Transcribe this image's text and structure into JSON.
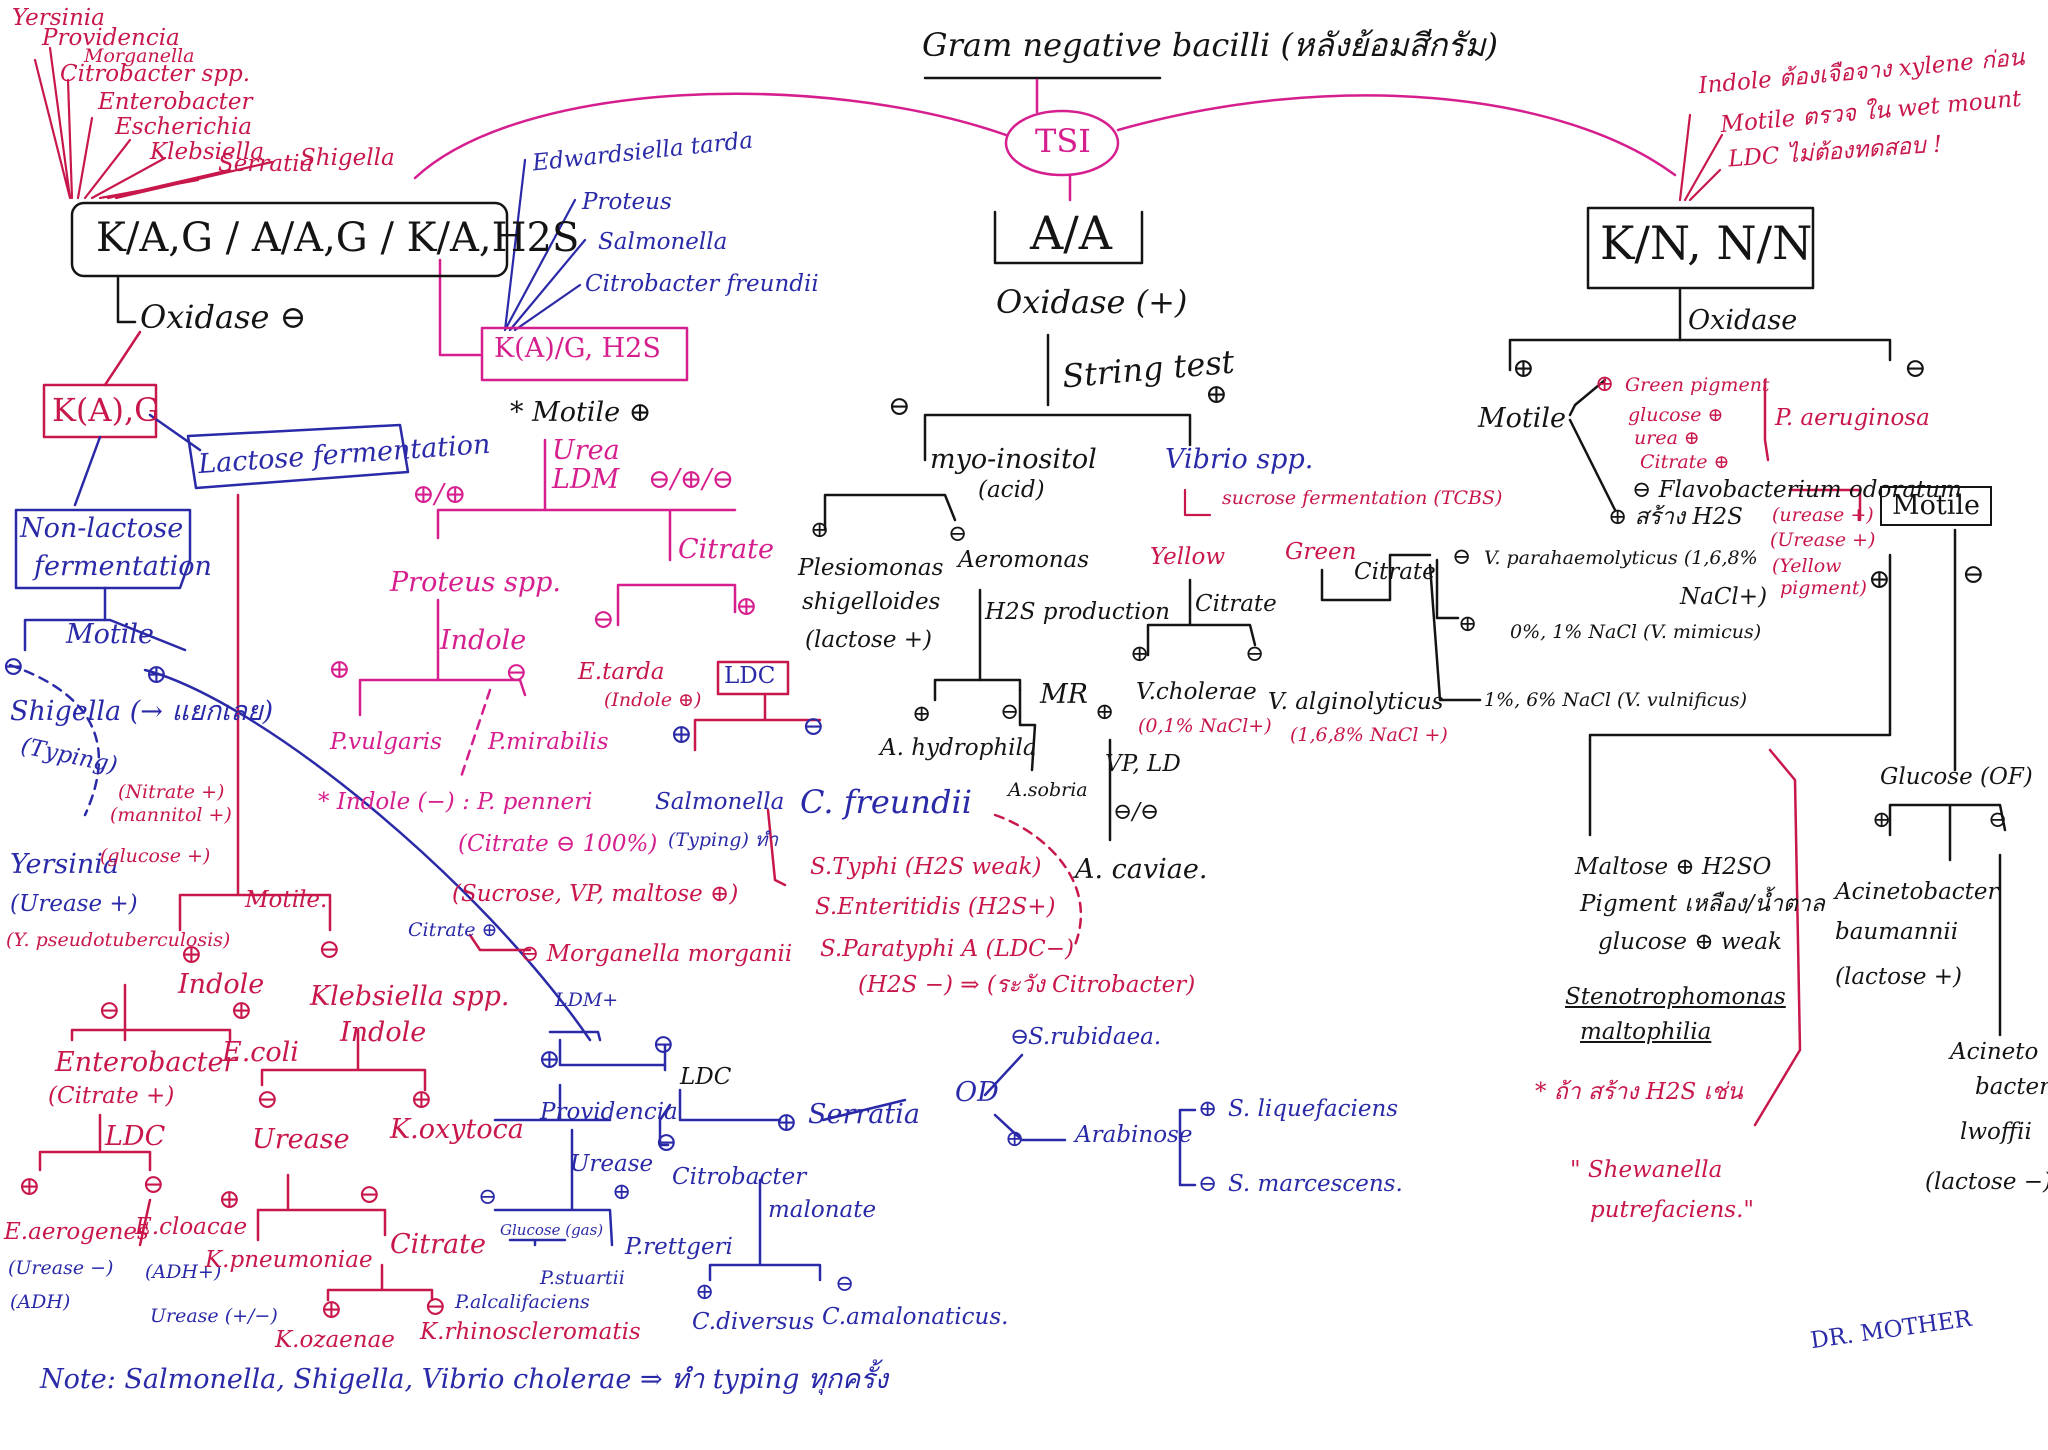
{
  "title": "Gram negative bacilli (หลังย้อมสีกรัม)",
  "signature": "DR. MOTHER",
  "note": "Note: Salmonella, Shigella, Vibrio cholerae ⇒ ทำ typing ทุกครั้ง",
  "root": {
    "label": "TSI"
  },
  "left_branch": {
    "box": "K/A,G / A/A,G / K/A,H2S",
    "organisms_top": [
      "Yersinia",
      "Providencia",
      "Morganella",
      "Citrobacter spp.",
      "Enterobacter",
      "Escherichia",
      "Klebsiella",
      "Serratia",
      "Shigella"
    ],
    "oxidase": "Oxidase ⊖",
    "ka_g": "K(A),G",
    "non_lactose": [
      "Non-lactose",
      "fermentation"
    ],
    "lactose": "Lactose fermentation",
    "motile": "Motile",
    "minus": "⊖",
    "plus": "⊕",
    "shigella": "Shigella (→ แยกเลย)",
    "typing": "(Typing)",
    "yersinia": "Yersinia",
    "yersinia_tests": [
      "(Nitrate +)",
      "(mannitol +)",
      "(glucose +)",
      "(Urease +)",
      "(Y. pseudotuberculosis)"
    ],
    "motile2": "Motile.",
    "indole": "Indole",
    "ecoli": "E.coli",
    "klebsiella": "Klebsiella spp.",
    "enterobacter": "Enterobacter",
    "entero_citrate": "(Citrate +)",
    "ldc": "LDC",
    "e_aerogenes": "E.aerogenes",
    "e_cloacae": "E.cloacae",
    "aero_sub": "(Urease −)",
    "aero_sub2": "(ADH)",
    "cloacae_sub": "(ADH+)",
    "cloacae_sub2": "Urease (+/−)",
    "indole2": "Indole",
    "urease": "Urease",
    "k_oxytoca": "K.oxytoca",
    "k_pneumoniae": "K.pneumoniae",
    "citrate": "Citrate",
    "k_ozaenae": "K.ozaenae",
    "k_rhino": "K.rhinoscleromatis"
  },
  "h2s_branch": {
    "organisms": [
      "Edwardsiella tarda",
      "Proteus",
      "Salmonella",
      "Citrobacter freundii"
    ],
    "box": "K(A)/G, H2S",
    "motile": "* Motile ⊕",
    "urea": "Urea",
    "ldm": "LDM",
    "urea_result": "⊖/⊕/⊖",
    "plus_plus": "⊕/⊕",
    "proteus": "Proteus spp.",
    "indole": "Indole",
    "p_vulgaris": "P.vulgaris",
    "p_mirabilis": "P.mirabilis",
    "p_penneri": "* Indole (−) : P. penneri",
    "penneri_sub": "(Citrate ⊖ 100%)",
    "citrate": "Citrate",
    "e_tarda": "E.tarda",
    "e_tarda_sub": "(Indole ⊕)",
    "ldc": "LDC",
    "salmonella": "Salmonella",
    "salmonella_typing": "(Typing) ทำ",
    "c_freundii": "C. freundii",
    "s_typhi": "S.Typhi (H2S weak)",
    "s_enteritidis": "S.Enteritidis (H2S+)",
    "s_paratyphi": "S.Paratyphi A (LDC−)",
    "s_paratyphi_sub": "(H2S −) ⇒ (ระวัง Citrobacter)",
    "sucrose": "(Sucrose, VP, maltose ⊕)",
    "citrate2": "Citrate ⊕",
    "morganella": "⊖ Morganella morganii",
    "ldm_plus": "LDM+",
    "providencia": "Providencia",
    "urease": "Urease",
    "glucose_gas": "Glucose (gas)",
    "p_rettgeri": "P.rettgeri",
    "p_stuartii": "P.stuartii",
    "p_alcalifaciens": "P.alcalifaciens",
    "ldc2": "LDC",
    "serratia": "Serratia",
    "od": "OD",
    "s_rubidaea": "S.rubidaea.",
    "arabinose": "Arabinose",
    "s_liquefaciens": "S. liquefaciens",
    "s_marcescens": "S. marcescens.",
    "citrobacter": "Citrobacter",
    "malonate": "malonate",
    "c_diversus": "C.diversus",
    "c_amalonaticus": "C.amalonaticus."
  },
  "aa_branch": {
    "box": "A/A",
    "oxidase": "Oxidase (+)",
    "string_test": "String test",
    "myo_inositol": "myo-inositol",
    "acid": "(acid)",
    "vibrio": "Vibrio spp.",
    "plesiomonas": [
      "Plesiomonas",
      "shigelloides",
      "(lactose +)"
    ],
    "aeromonas": "Aeromonas",
    "h2s": "H2S production",
    "a_hydrophila": "A. hydrophila",
    "mr": "MR",
    "a_sobria": "A.sobria",
    "vp_ld": "VP, LD",
    "vp_result": "⊖/⊖",
    "a_caviae": "A. caviae.",
    "sucrose": "sucrose fermentation (TCBS)",
    "yellow": "Yellow",
    "green": "Green",
    "citrate": "Citrate",
    "v_cholerae": "V.cholerae",
    "v_cholerae_sub": "(0,1% NaCl+)",
    "v_alginolyticus": "V. alginolyticus",
    "v_alginolyticus_sub": "(1,6,8% NaCl +)",
    "citrate2": "Citrate",
    "v_para": "V. parahaemolyticus (1,6,8%",
    "nacl_plus": "NaCl+)",
    "v_mimicus": "0%, 1% NaCl (V. mimicus)",
    "v_vulnificus": "1%, 6% NaCl (V. vulnificus)"
  },
  "kn_branch": {
    "box": "K/N, N/N",
    "notes": [
      "Indole ต้องเจือจาง xylene ก่อน",
      "Motile ตรวจ ใน wet mount",
      "LDC ไม่ต้องทดสอบ !"
    ],
    "oxidase": "Oxidase",
    "motile": "Motile",
    "green_pigment": "Green pigment",
    "glucose": "glucose ⊕",
    "urea": "urea ⊕",
    "citrate": "Citrate ⊕",
    "p_aeruginosa": "P. aeruginosa",
    "flavobacterium": "⊖ Flavobacterium odoratum",
    "flavo_sub": [
      "(urease +)",
      "(Urease +)",
      "(Yellow",
      "pigment)"
    ],
    "h2s": "⊕ สร้าง H2S",
    "motile2": "Motile",
    "maltose": "Maltose ⊕ H2SO",
    "pigment": "Pigment เหลือง/น้ำตาล",
    "glucose_weak": "glucose ⊕ weak",
    "stenotrophomonas": "Stenotrophomonas",
    "maltophilia": "maltophilia",
    "h2s_note": "* ถ้า สร้าง H2S เช่น",
    "shewanella": "\" Shewanella",
    "putrefaciens": "putrefaciens.\"",
    "glucose_of": "Glucose (OF)",
    "a_baumannii": [
      "Acinetobacter",
      "baumannii",
      "(lactose +)"
    ],
    "a_lwoffii": [
      "Acineto",
      "bacter",
      "lwoffii",
      "(lactose −)"
    ]
  }
}
